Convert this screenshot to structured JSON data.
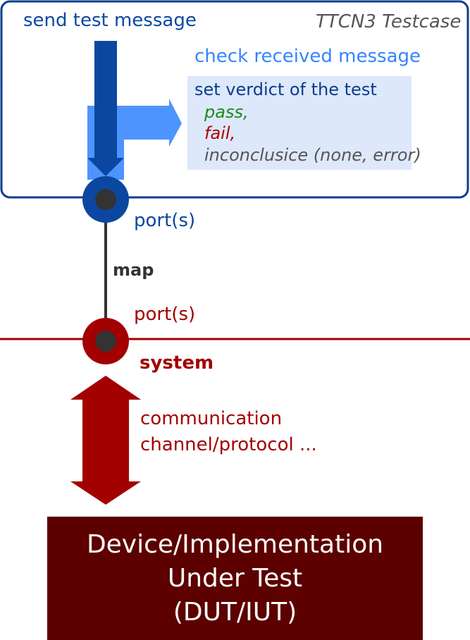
{
  "testcase": {
    "title": "TTCN3 Testcase",
    "send_label": "send test message",
    "check_label": "check received message",
    "verdict": {
      "title": "set verdict of the test",
      "pass": "pass,",
      "fail": "fail,",
      "inconclusive": "inconclusice (none, error)"
    }
  },
  "ports": {
    "testcase_port": "port(s)",
    "map_label": "map",
    "system_port": "port(s)",
    "system_label": "system"
  },
  "channel": {
    "line1": "communication",
    "line2": "channel/protocol ..."
  },
  "dut": {
    "line1": "Device/Implementation",
    "line2": "Under Test",
    "line3": "(DUT/IUT)"
  },
  "colors": {
    "blue_dark": "#0b47a1",
    "blue_light": "#4d94ff",
    "red_dark": "#a30000",
    "dut_bg": "#5c0000",
    "verdict_bg": "#dde8fb",
    "pass": "#1a8a1a",
    "fail": "#b00000"
  }
}
